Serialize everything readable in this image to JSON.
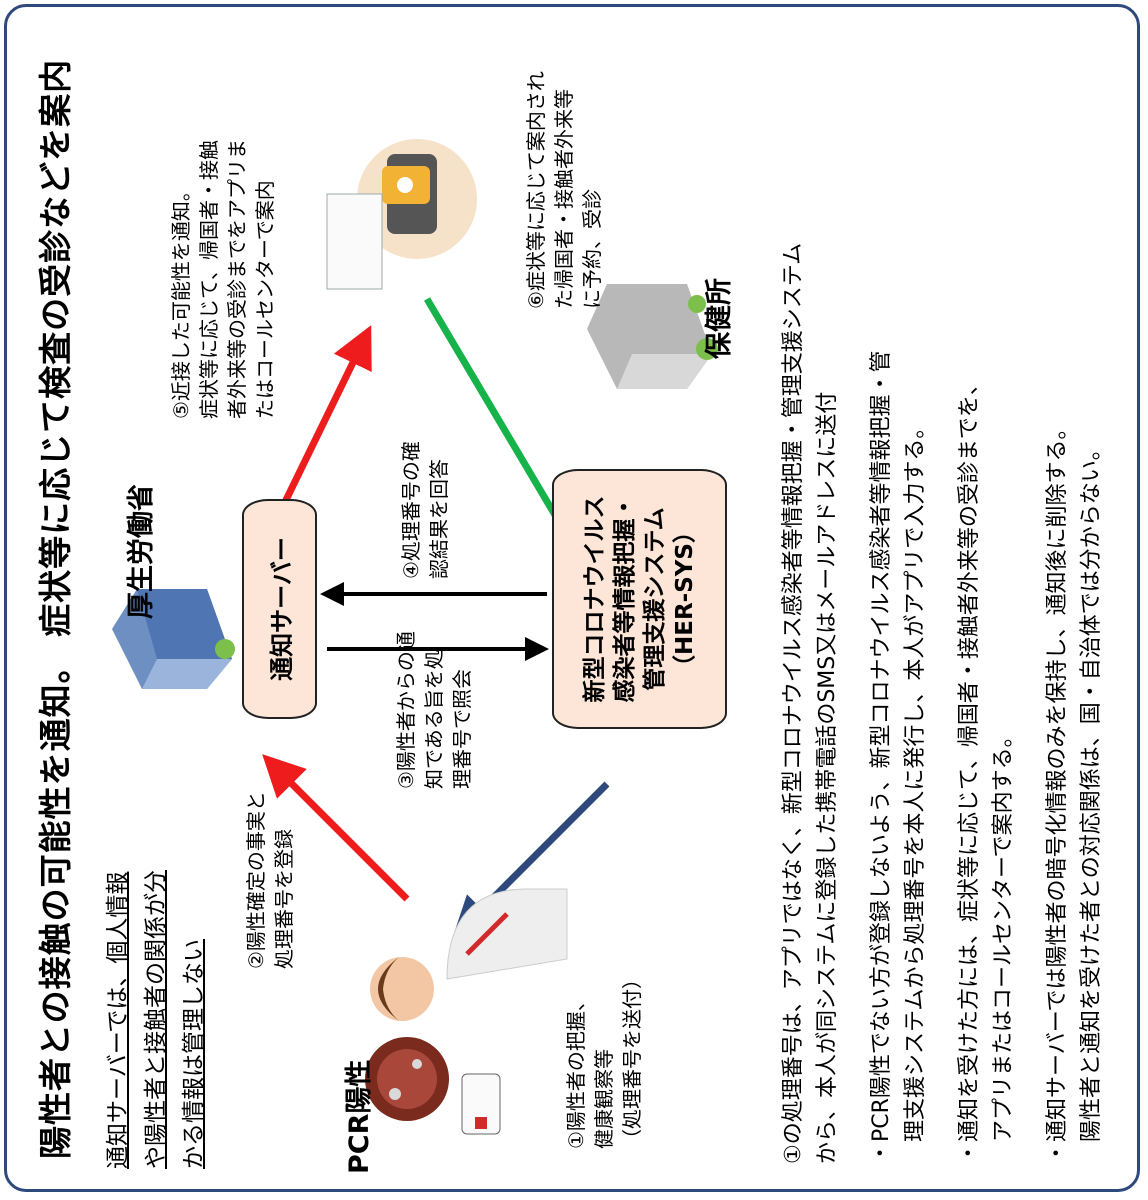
{
  "title": "陽性者との接触の可能性を通知。 症状等に応じて検査の受診などを案内",
  "note_top": [
    "通知サーバーでは、個人情報",
    "や陽性者と接触者の関係が分",
    "かる情報は管理しない"
  ],
  "actors": {
    "pcr_positive": "PCR陽性",
    "mhlw": "厚生労働省",
    "notification_server": "通知サーバー",
    "health_center": "保健所",
    "hersys_lines": [
      "新型コロナウイルス",
      "感染者等情報把握・",
      "管理支援システム",
      "（HER-SYS）"
    ]
  },
  "steps": {
    "s1": [
      "①陽性者の把握、",
      "健康観察等",
      "（処理番号を送付）"
    ],
    "s2": [
      "②陽性確定の事実と",
      "処理番号を登録"
    ],
    "s3": [
      "③陽性者からの通",
      "知である旨を処",
      "理番号で照会"
    ],
    "s4": [
      "④処理番号の確",
      "認結果を回答"
    ],
    "s5": [
      "⑤近接した可能性を通知。",
      "症状等に応じて、帰国者・接触",
      "者外来等の受診までをアプリま",
      "たはコールセンターで案内"
    ],
    "s6": [
      "⑥症状等に応じて案内され",
      "た帰国者・接触者外来等",
      "に予約、受診"
    ]
  },
  "notes": [
    [
      "①の処理番号は、アプリではなく、新型コロナウイルス感染者等情報把握・管理支援システム",
      "から、本人が同システムに登録した携帯電話のSMS又はメールアドレスに送付"
    ],
    [
      "・PCR陽性でない方が登録しないよう、新型コロナウイルス感染者等情報把握・管",
      "　理支援システムから処理番号を本人に発行し、本人がアプリで入力する。"
    ],
    [
      "・通知を受けた方には、症状等に応じて、帰国者・接触者外来等の受診までを、",
      "　アプリまたはコールセンターで案内する。"
    ],
    [
      "・通知サーバーでは陽性者の暗号化情報のみを保持し、通知後に削除する。",
      "　陽性者と通知を受けた者との対応関係は、国・自治体では分からない。"
    ]
  ],
  "colors": {
    "red_arrow": "#ee1c1c",
    "green_arrow": "#16b24a",
    "blue_arrow": "#2e4a7d",
    "cylinder_fill": "#fde6d8",
    "frame": "#2e4a7d"
  }
}
